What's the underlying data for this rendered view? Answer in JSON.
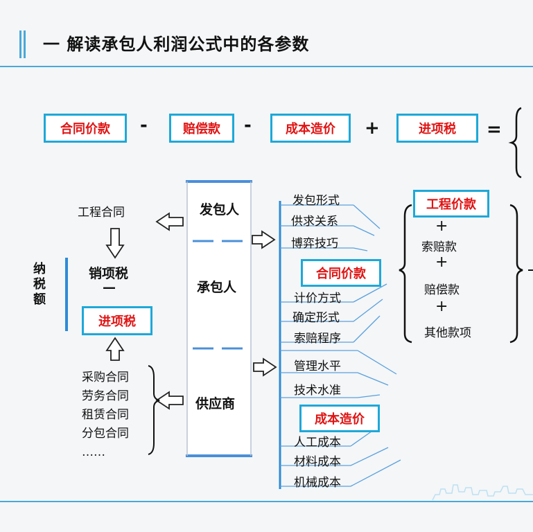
{
  "header": {
    "title": "一 解读承包人利润公式中的各参数"
  },
  "formula": {
    "term1": "合同价款",
    "op1": "-",
    "term2": "赔偿款",
    "op2": "-",
    "term3": "成本造价",
    "op3": "+",
    "term4": "进项税",
    "eq": "="
  },
  "left": {
    "gongcheng_hetong": "工程合同",
    "xiaoxiang_shui": "销项税",
    "minus": "—",
    "jinxiang_shui": "进项税",
    "nashui_e": "纳税额",
    "contracts": [
      "采购合同",
      "劳务合同",
      "租赁合同",
      "分包合同",
      "……"
    ]
  },
  "center": {
    "fabaoren": "发包人",
    "chengbaoren": "承包人",
    "gongyingshang": "供应商"
  },
  "factors": {
    "group1": [
      "发包形式",
      "供求关系",
      "博弈技巧"
    ],
    "group2_title": "合同价款",
    "group2": [
      "计价方式",
      "确定形式",
      "索赔程序"
    ],
    "group3": [
      "管理水平",
      "技术水准"
    ],
    "group4_title": "成本造价",
    "group4": [
      "人工成本",
      "材料成本",
      "机械成本"
    ]
  },
  "right": {
    "title": "工程价款",
    "plus": "+",
    "items": [
      "索赔款",
      "赔偿款",
      "其他款项"
    ]
  }
}
